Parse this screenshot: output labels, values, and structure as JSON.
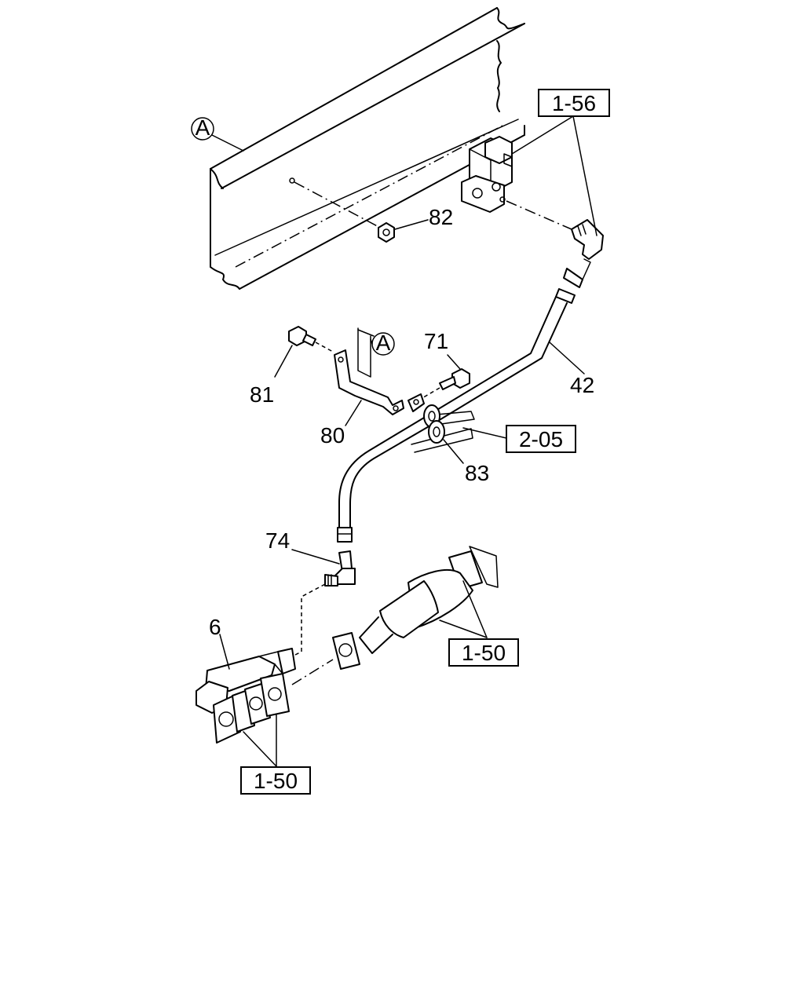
{
  "diagram": {
    "callouts": {
      "ref_a_top": "A",
      "ref_a_bracket": "A",
      "n82": "82",
      "n81": "81",
      "n80": "80",
      "n71": "71",
      "n42": "42",
      "n83": "83",
      "n74": "74",
      "n6": "6"
    },
    "reference_boxes": {
      "ref_1_56": "1-56",
      "ref_2_05": "2-05",
      "ref_1_50_right": "1-50",
      "ref_1_50_left": "1-50"
    }
  }
}
